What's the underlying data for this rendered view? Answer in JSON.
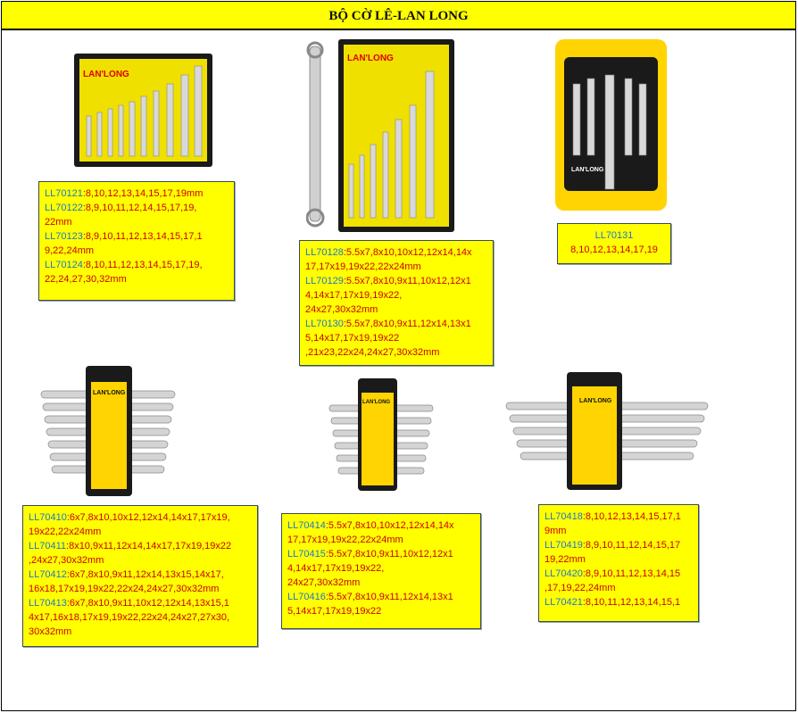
{
  "title": "BỘ CỜ LÊ-LAN LONG",
  "brand": "LAN'LONG",
  "colors": {
    "title_bg": "#ffff00",
    "box_bg": "#ffff00",
    "code": "#1f77c8",
    "sizes": "#cc0000"
  },
  "groups": [
    {
      "lines": [
        {
          "code": "LL70121",
          "text": ":8,10,12,13,14,15,17,19mm"
        },
        {
          "code": "LL70122",
          "text": ":8,9,10,11,12,14,15,17,19,\n22mm"
        },
        {
          "code": "LL70123",
          "text": ":8,9,10,11,12,13,14,15,17,1\n9,22,24mm"
        },
        {
          "code": "LL70124",
          "text": ":8,10,11,12,13,14,15,17,19,\n22,24,27,30,32mm"
        }
      ]
    },
    {
      "lines": [
        {
          "code": "LL70128",
          "text": ":5.5x7,8x10,10x12,12x14,14x\n17,17x19,19x22,22x24mm"
        },
        {
          "code": "LL70129",
          "text": ":5.5x7,8x10,9x11,10x12,12x1\n4,14x17,17x19,19x22,\n24x27,30x32mm"
        },
        {
          "code": "LL70130",
          "text": ":5.5x7,8x10,9x11,12x14,13x1\n5,14x17,17x19,19x22\n,21x23,22x24,24x27,30x32mm"
        }
      ]
    },
    {
      "lines": [
        {
          "code": "LL70131",
          "text": "\n8,10,12,13,14,17,19"
        }
      ]
    },
    {
      "lines": [
        {
          "code": "LL70410",
          "text": ":6x7,8x10,10x12,12x14,14x17,17x19,\n19x22,22x24mm"
        },
        {
          "code": "LL70411",
          "text": ":8x10,9x11,12x14,14x17,17x19,19x22\n,24x27,30x32mm"
        },
        {
          "code": "LL70412",
          "text": ":6x7,8x10,9x11,12x14,13x15,14x17,\n16x18,17x19,19x22,22x24,24x27,30x32mm"
        },
        {
          "code": "LL70413",
          "text": ":6x7,8x10,9x11,10x12,12x14,13x15,1\n4x17,16x18,17x19,19x22,22x24,24x27,27x30,\n30x32mm"
        }
      ]
    },
    {
      "lines": [
        {
          "code": "LL70414",
          "text": ":5.5x7,8x10,10x12,12x14,14x\n17,17x19,19x22,22x24mm"
        },
        {
          "code": "LL70415",
          "text": ":5.5x7,8x10,9x11,10x12,12x1\n4,14x17,17x19,19x22,\n24x27,30x32mm"
        },
        {
          "code": "LL70416",
          "text": ":5.5x7,8x10,9x11,12x14,13x1\n5,14x17,17x19,19x22"
        }
      ]
    },
    {
      "lines": [
        {
          "code": "LL70418",
          "text": ":8,10,12,13,14,15,17,1\n9mm"
        },
        {
          "code": "LL70419",
          "text": ":8,9,10,11,12,14,15,17\n19,22mm"
        },
        {
          "code": "LL70420",
          "text": ":8,9,10,11,12,13,14,15\n,17,19,22,24mm"
        },
        {
          "code": "LL70421",
          "text": ":8,10,11,12,13,14,15,1"
        }
      ]
    }
  ]
}
